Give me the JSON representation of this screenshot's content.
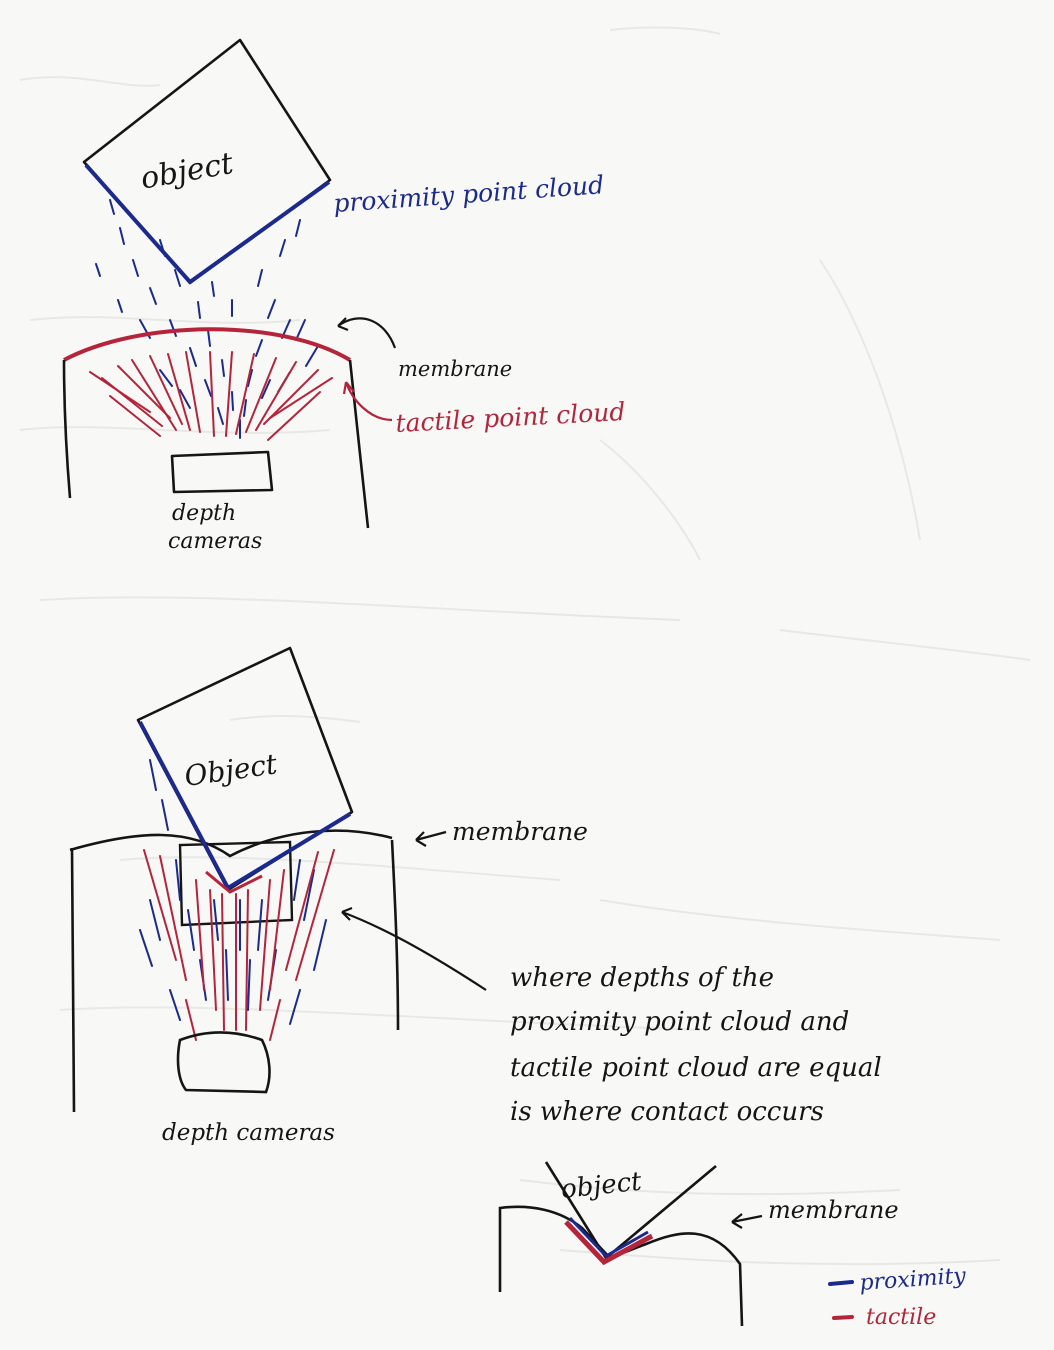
{
  "colors": {
    "black_ink": "#151515",
    "blue_ink": "#1b2a8c",
    "red_ink": "#b4243a",
    "paper": "#f8f8f6"
  },
  "diagram1": {
    "object_label": "object",
    "proximity_label": "proximity point cloud",
    "membrane_label": "membrane",
    "tactile_label": "tactile point cloud",
    "camera_label_line1": "depth",
    "camera_label_line2": "cameras"
  },
  "diagram2": {
    "object_label": "Object",
    "membrane_label": "membrane",
    "camera_label": "depth cameras",
    "note_line1": "where depths of the",
    "note_line2": "proximity point cloud and",
    "note_line3": "tactile point cloud are equal",
    "note_line4": "is where contact occurs"
  },
  "diagram3": {
    "object_label": "object",
    "membrane_label": "membrane"
  },
  "legend": {
    "proximity": "proximity",
    "tactile": "tactile"
  }
}
